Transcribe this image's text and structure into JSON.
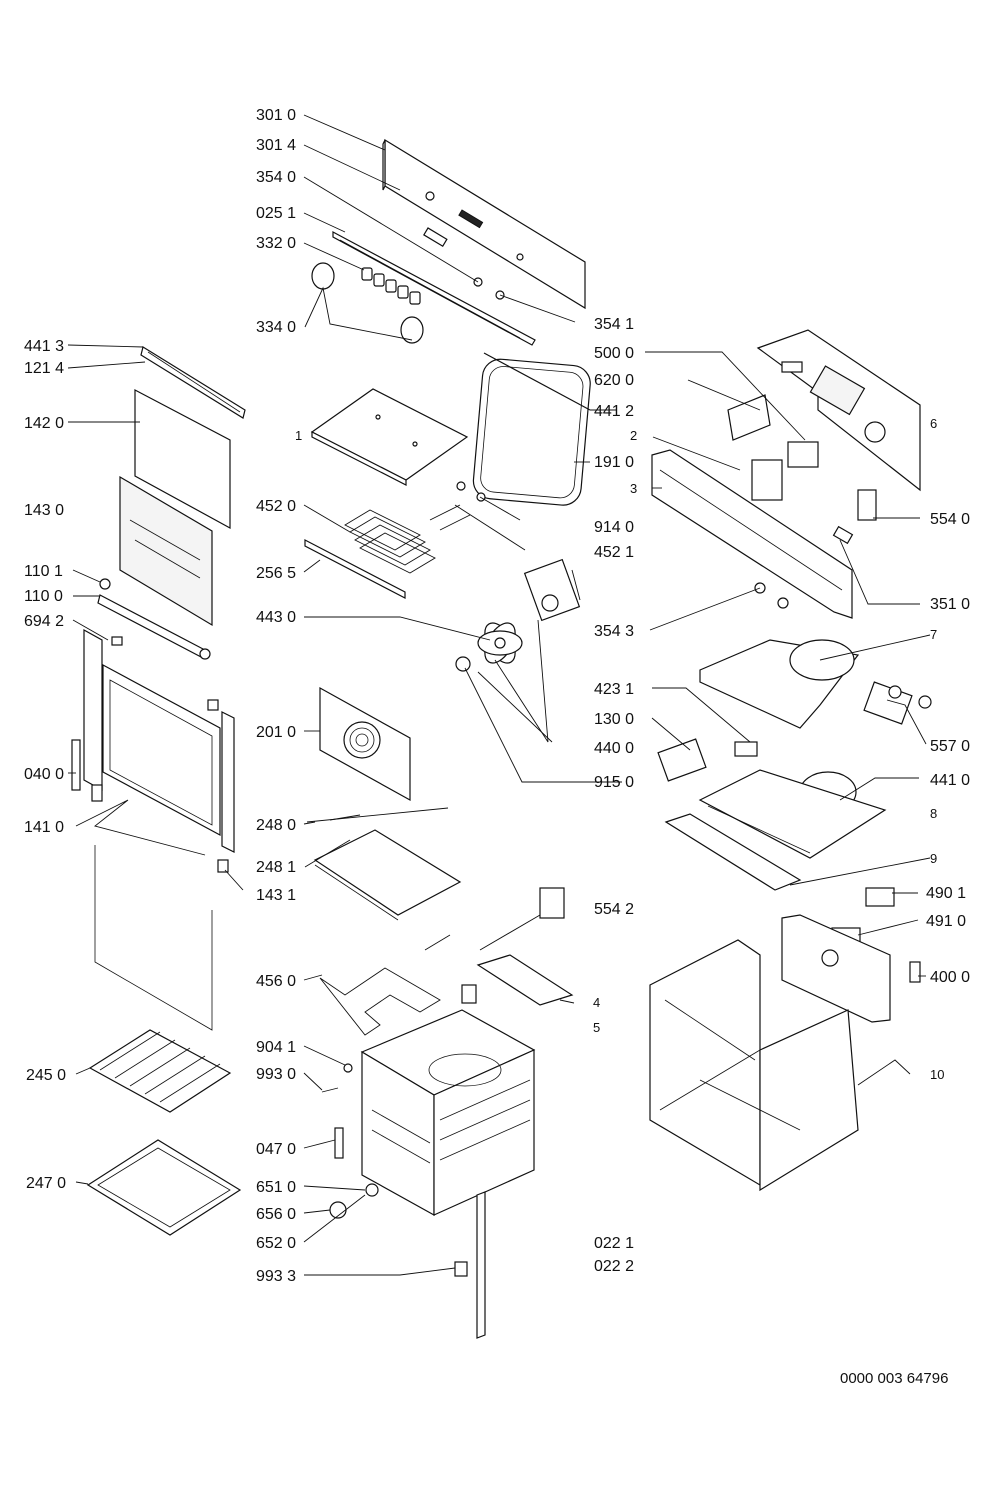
{
  "labels": {
    "l3010": "301 0",
    "l3014": "301 4",
    "l3540": "354 0",
    "l0251": "025 1",
    "l3320": "332 0",
    "l3340": "334 0",
    "l3541": "354 1",
    "l5000": "500 0",
    "l6200": "620 0",
    "l4412": "441 2",
    "l4413": "441 3",
    "l1214": "121 4",
    "l1420": "142 0",
    "l1430": "143 0",
    "l1911": "191 0",
    "l9140": "914 0",
    "l4520": "452 0",
    "l4521": "452 1",
    "l2565": "256 5",
    "l5540": "554 0",
    "l3510": "351 0",
    "l3543": "354 3",
    "l1101": "110 1",
    "l1100": "110 0",
    "l6942": "694 2",
    "l4430": "443 0",
    "l4231": "423 1",
    "l1300": "130 0",
    "l4400": "440 0",
    "l5570": "557 0",
    "l4410": "441 0",
    "l2010": "201 0",
    "l9150": "915 0",
    "l0400": "040 0",
    "l1410": "141 0",
    "l2480": "248 0",
    "l2481": "248 1",
    "l1431": "143 1",
    "l5542": "554 2",
    "l4901": "490 1",
    "l4910": "491 0",
    "l4000": "400 0",
    "l4560": "456 0",
    "l9041": "904 1",
    "l9930": "993 0",
    "l2450": "245 0",
    "l0470": "047 0",
    "l6510": "651 0",
    "l6560": "656 0",
    "l6520": "652 0",
    "l2470": "247 0",
    "l9933": "993 3",
    "l0221": "022 1",
    "l0222": "022 2"
  },
  "refs": {
    "r1": "1",
    "r2": "2",
    "r3": "3",
    "r4": "4",
    "r5": "5",
    "r6": "6",
    "r7": "7",
    "r8": "8",
    "r9": "9",
    "r10": "10"
  },
  "doc_code": "0000 003 64796"
}
